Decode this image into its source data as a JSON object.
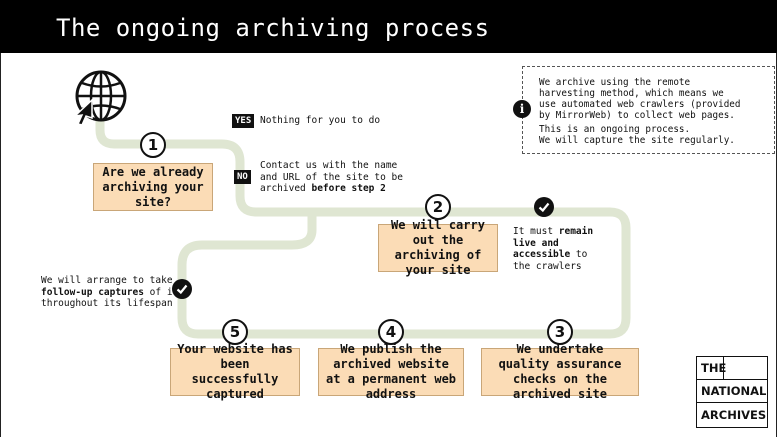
{
  "header": {
    "title": "The ongoing archiving process"
  },
  "steps": [
    {
      "number": "1",
      "text": "Are we already archiving your site?"
    },
    {
      "number": "2",
      "text": "We will carry out the archiving of your site"
    },
    {
      "number": "3",
      "text": "We undertake quality assurance checks on the archived site"
    },
    {
      "number": "4",
      "text": "We publish the archived website at a permanent web address"
    },
    {
      "number": "5",
      "text": "Your website has been successfully captured"
    }
  ],
  "branches": {
    "yes": {
      "tag": "YES",
      "text": "Nothing for you to do"
    },
    "no": {
      "tag": "NO",
      "line1": "Contact us with the name",
      "line2": "and URL of the site to be",
      "line3_prefix": "archived ",
      "line3_bold": "before step 2"
    }
  },
  "notes": {
    "requirement": {
      "line1_prefix": "It must ",
      "line1_bold": "remain",
      "line2_bold": "live and",
      "line3_bold": "accessible",
      "line3_suffix": " to",
      "line4": "the crawlers"
    },
    "followup": {
      "line1": "We will arrange to take",
      "line2_bold": "follow-up captures",
      "line2_suffix": " of it",
      "line3": "throughout its lifespan"
    }
  },
  "info": {
    "icon": "info-icon",
    "para1": [
      "We archive using the remote",
      "harvesting method, which means we",
      "use automated web crawlers (provided",
      "by MirrorWeb) to collect web pages."
    ],
    "para2": [
      "This is an ongoing process.",
      "We will capture the site regularly."
    ]
  },
  "logo": {
    "line1": "THE",
    "line2": "NATIONAL",
    "line3": "ARCHIVES"
  },
  "icons": [
    "globe-icon",
    "cursor-icon",
    "check-icon"
  ],
  "colors": {
    "track": "#dfe6d2",
    "box": "#fbdcb6",
    "header": "#000000"
  }
}
